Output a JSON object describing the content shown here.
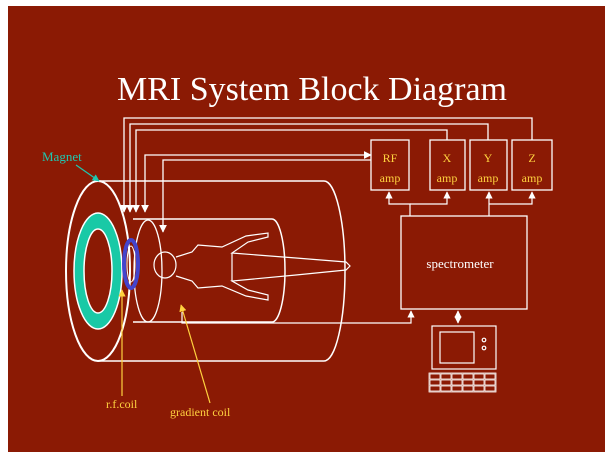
{
  "title": "MRI System Block Diagram",
  "labels": {
    "magnet": "Magnet",
    "rf_coil": "r.f.coil",
    "gradient_coil": "gradient coil",
    "spectrometer": "spectrometer"
  },
  "amplifiers": [
    {
      "letter": "RF",
      "sub": "amp"
    },
    {
      "letter": "X",
      "sub": "amp"
    },
    {
      "letter": "Y",
      "sub": "amp"
    },
    {
      "letter": "Z",
      "sub": "amp"
    }
  ],
  "colors": {
    "background": "#8b1a04",
    "lines": "#ffffff",
    "text_yellow": "#ffd23f",
    "magnet_label": "#1fc7b0",
    "magnet_ring": "#19c9a6",
    "rf_coil_ring": "#4444cc"
  }
}
